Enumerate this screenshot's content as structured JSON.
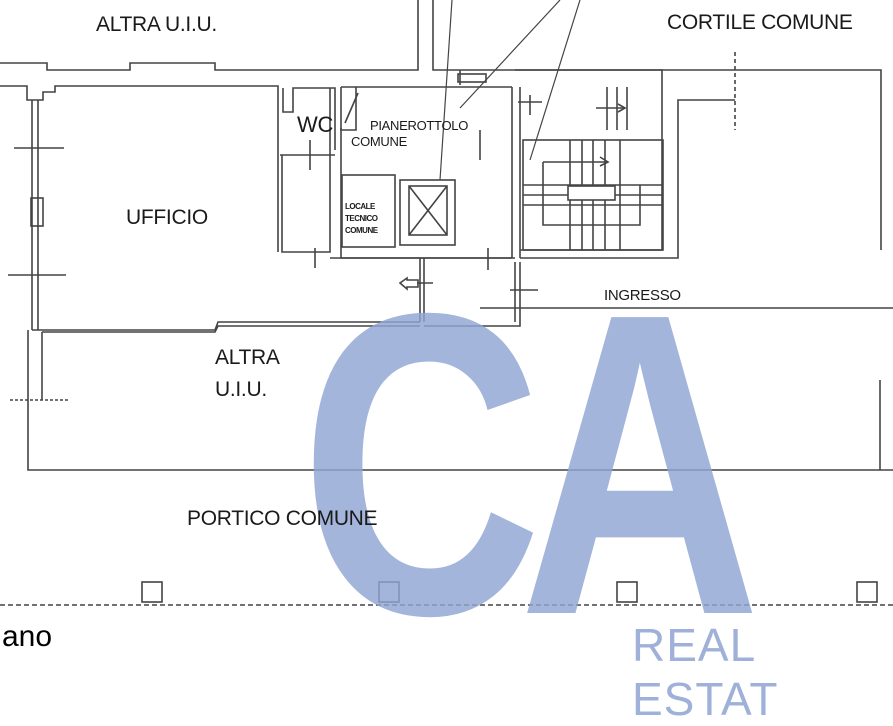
{
  "plan": {
    "rooms": {
      "altra_uiu_top": "ALTRA U.I.U.",
      "cortile_comune": "CORTILE COMUNE",
      "wc": "WC",
      "pianerottolo_line1": "PIANEROTTOLO",
      "pianerottolo_line2": "COMUNE",
      "locale_line1": "LOCALE",
      "locale_line2": "TECNICO",
      "locale_line3": "COMUNE",
      "ufficio": "UFFICIO",
      "ingresso": "INGRESSO",
      "altra_uiu_mid_line1": "ALTRA",
      "altra_uiu_mid_line2": "U.I.U.",
      "portico_comune": "PORTICO COMUNE"
    },
    "caption": "ano"
  },
  "watermark": {
    "logo": "CA",
    "tagline": "REAL ESTAT",
    "color": "#8fa6d2"
  }
}
